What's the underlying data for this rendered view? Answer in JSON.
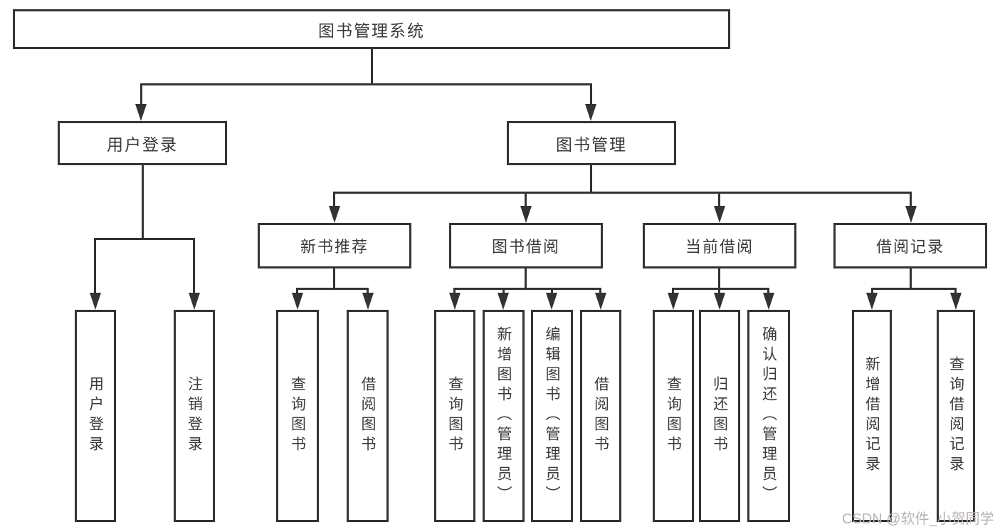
{
  "diagram": {
    "title_node": "图书管理系统",
    "user_login": {
      "label": "用户登录",
      "children": [
        {
          "label": "用户登录"
        },
        {
          "label": "注销登录"
        }
      ]
    },
    "book_mgmt": {
      "label": "图书管理",
      "groups": [
        {
          "label": "新书推荐",
          "children": [
            {
              "label": "查询图书"
            },
            {
              "label": "借阅图书"
            }
          ]
        },
        {
          "label": "图书借阅",
          "children": [
            {
              "label": "查询图书"
            },
            {
              "label": "新增图书（管理员）"
            },
            {
              "label": "编辑图书（管理员）"
            },
            {
              "label": "借阅图书"
            }
          ]
        },
        {
          "label": "当前借阅",
          "children": [
            {
              "label": "查询图书"
            },
            {
              "label": "归还图书"
            },
            {
              "label": "确认归还（管理员）"
            }
          ]
        },
        {
          "label": "借阅记录",
          "children": [
            {
              "label": "新增借阅记录"
            },
            {
              "label": "查询借阅记录"
            }
          ]
        }
      ]
    },
    "watermark": "CSDN @软件_小贺同学"
  },
  "colors": {
    "line": "#333333",
    "box_border": "#343434",
    "box_fill": "#ffffff",
    "text": "#3a3a3a",
    "watermark": "#b9b3b3",
    "background": "#ffffff"
  }
}
